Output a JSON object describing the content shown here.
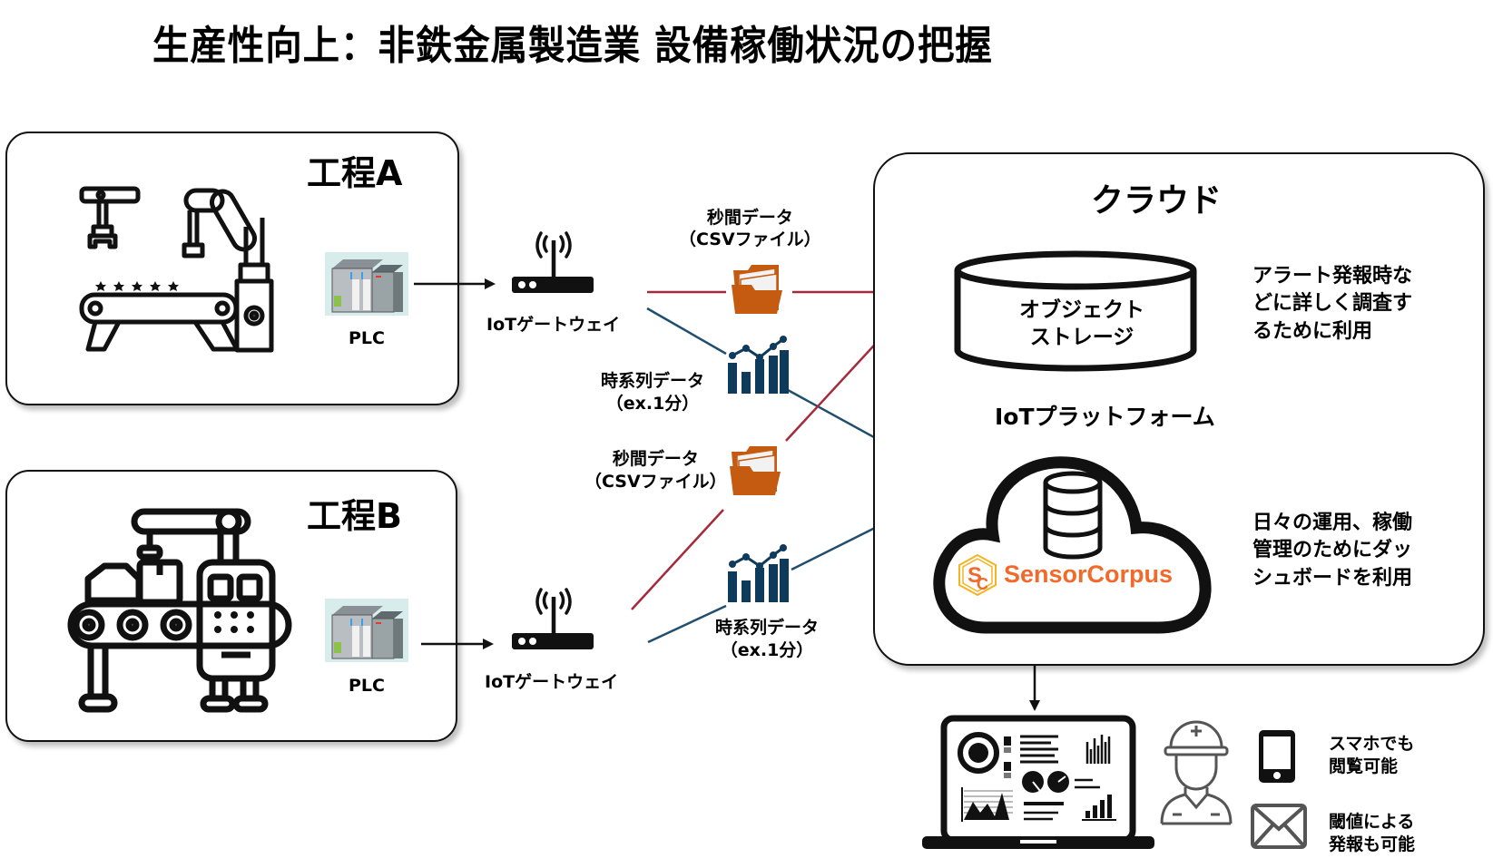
{
  "title": "生産性向上：非鉄金属製造業 設備稼働状況の把握",
  "process_a": {
    "title": "工程A",
    "plc_label": "PLC",
    "gateway_label": "IoTゲートウェイ",
    "csv_label_line1": "秒間データ",
    "csv_label_line2": "（CSVファイル）",
    "ts_label_line1": "時系列データ",
    "ts_label_line2": "（ex.1分）"
  },
  "process_b": {
    "title": "工程B",
    "plc_label": "PLC",
    "gateway_label": "IoTゲートウェイ",
    "csv_label_line1": "秒間データ",
    "csv_label_line2": "（CSVファイル）",
    "ts_label_line1": "時系列データ",
    "ts_label_line2": "（ex.1分）"
  },
  "cloud": {
    "title": "クラウド",
    "storage_line1": "オブジェクト",
    "storage_line2": "ストレージ",
    "storage_desc": [
      "アラート発報時な",
      "どに詳しく調査す",
      "るために利用"
    ],
    "platform_title": "IoTプラットフォーム",
    "platform_brand": "SensorCorpus",
    "platform_desc": [
      "日々の運用、稼働",
      "管理のためにダッ",
      "シュボードを利用"
    ]
  },
  "outputs": {
    "smartphone_desc": [
      "スマホでも",
      "閲覧可能"
    ],
    "mail_desc": [
      "閾値による",
      "発報も可能"
    ]
  },
  "colors": {
    "csv_flow": "#a52a3a",
    "ts_flow": "#1f4e6e",
    "folder": "#c55a11",
    "chart_icon": "#0e3a5c",
    "brand": "#f26a2b"
  }
}
